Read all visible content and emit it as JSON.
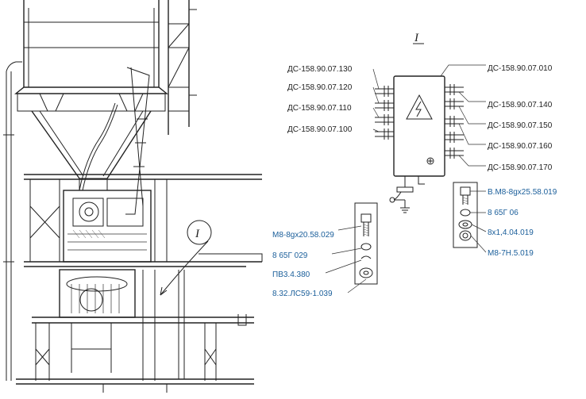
{
  "view_label": "I",
  "callout_label": "I",
  "box_left_labels": [
    "ДС-158.90.07.130",
    "ДС-158.90.07.120",
    "ДС-158.90.07.110",
    "ДС-158.90.07.100"
  ],
  "box_right_labels": [
    "ДС-158.90.07.010",
    "ДС-158.90.07.140",
    "ДС-158.90.07.150",
    "ДС-158.90.07.160",
    "ДС-158.90.07.170"
  ],
  "right_kit_labels": [
    "В.М8-8gх25.58.019",
    "8 65Г 06",
    "8х1,4.04.019",
    "М8-7Н.5.019"
  ],
  "left_kit_labels": [
    "М8-8gх20.58.029",
    "8 65Г 029",
    "ПВ3.4.380",
    "8.32.ЛС59-1.039"
  ],
  "colors": {
    "ink": "#222222",
    "label_blue": "#1a5e9a",
    "background": "#ffffff"
  }
}
